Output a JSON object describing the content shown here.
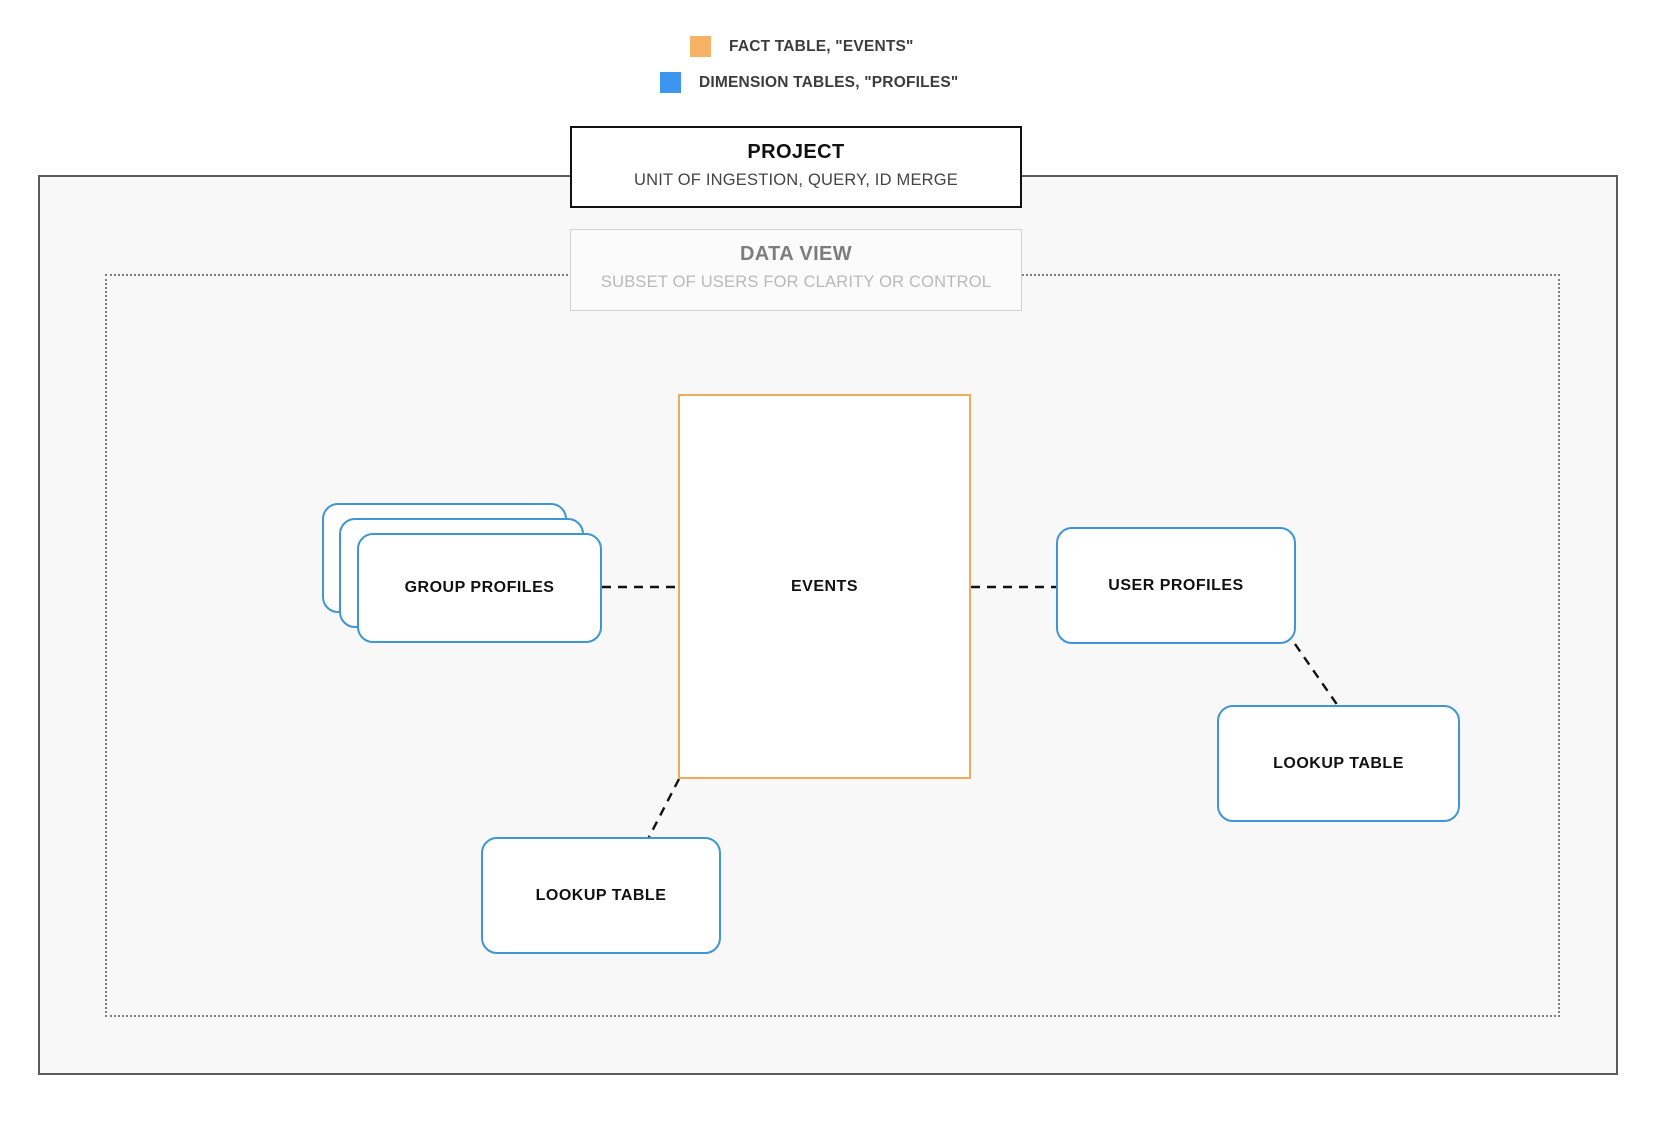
{
  "legend": {
    "items": [
      {
        "label": "FACT TABLE, \"EVENTS\"",
        "color": "#f5b164",
        "icon": "square-swatch-icon"
      },
      {
        "label": "DIMENSION TABLES, \"PROFILES\"",
        "color": "#3d95f0",
        "icon": "square-swatch-icon"
      }
    ]
  },
  "project": {
    "title": "PROJECT",
    "subtitle": "UNIT OF INGESTION, QUERY, ID MERGE",
    "border_color": "#111111"
  },
  "data_view": {
    "title": "DATA VIEW",
    "subtitle": "SUBSET OF USERS FOR CLARITY OR CONTROL",
    "border_color": "#d2d2d2"
  },
  "nodes": {
    "events": {
      "label": "EVENTS",
      "type": "fact-table",
      "color": "#edab5c"
    },
    "group_profiles": {
      "label": "GROUP PROFILES",
      "type": "dimension-table-stack",
      "color": "#3e96d4",
      "stack_count": 3
    },
    "user_profiles": {
      "label": "USER PROFILES",
      "type": "dimension-table",
      "color": "#3e96d4"
    },
    "lookup_left": {
      "label": "LOOKUP TABLE",
      "type": "dimension-table",
      "color": "#3e96d4"
    },
    "lookup_right": {
      "label": "LOOKUP TABLE",
      "type": "dimension-table",
      "color": "#3e96d4"
    }
  },
  "connections": [
    {
      "from": "group_profiles",
      "to": "events",
      "style": "dashed"
    },
    {
      "from": "events",
      "to": "user_profiles",
      "style": "dashed"
    },
    {
      "from": "events",
      "to": "lookup_left",
      "style": "dashed"
    },
    {
      "from": "user_profiles",
      "to": "lookup_right",
      "style": "dashed"
    }
  ]
}
